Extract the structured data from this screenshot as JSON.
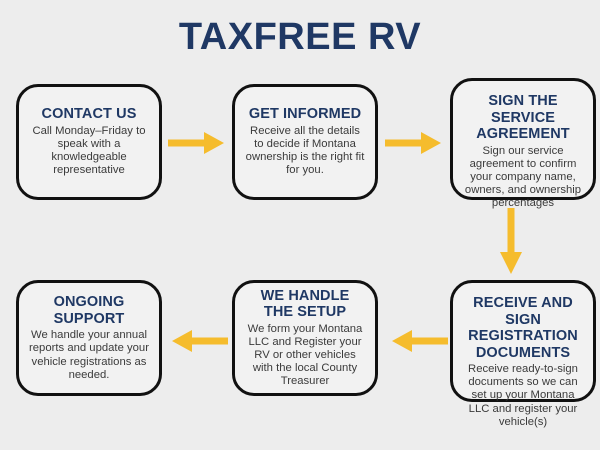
{
  "title": "TAXFREE RV",
  "colors": {
    "background": "#ededed",
    "box_fill": "#f2f2f2",
    "box_border": "#111111",
    "heading": "#1f3864",
    "body_text": "#3b3b3b",
    "arrow": "#f5bc2d"
  },
  "steps": [
    {
      "id": "contact-us",
      "heading": "CONTACT US",
      "body": "Call Monday–Friday to speak with a knowledgeable representative"
    },
    {
      "id": "get-informed",
      "heading": "GET INFORMED",
      "body": "Receive all the details to decide if Montana ownership is the right fit for you."
    },
    {
      "id": "sign-agreement",
      "heading": "SIGN THE SERVICE AGREEMENT",
      "body": "Sign our service agreement to confirm your company name, owners, and ownership percentages"
    },
    {
      "id": "receive-sign",
      "heading": "RECEIVE AND SIGN REGISTRATION DOCUMENTS",
      "body": "Receive ready-to-sign documents so we can set up your Montana LLC and register your vehicle(s)"
    },
    {
      "id": "we-handle",
      "heading": "WE HANDLE THE SETUP",
      "body": "We form your Montana LLC and Register your RV or other vehicles with the local County Treasurer"
    },
    {
      "id": "ongoing-support",
      "heading": "ONGOING SUPPORT",
      "body": "We handle your annual reports and update your vehicle registrations as needed."
    }
  ],
  "arrows": [
    {
      "id": "arrow-1",
      "direction": "right",
      "from": "contact-us",
      "to": "get-informed"
    },
    {
      "id": "arrow-2",
      "direction": "right",
      "from": "get-informed",
      "to": "sign-agreement"
    },
    {
      "id": "arrow-3",
      "direction": "down",
      "from": "sign-agreement",
      "to": "receive-sign"
    },
    {
      "id": "arrow-4",
      "direction": "left",
      "from": "receive-sign",
      "to": "we-handle"
    },
    {
      "id": "arrow-5",
      "direction": "left",
      "from": "we-handle",
      "to": "ongoing-support"
    }
  ]
}
